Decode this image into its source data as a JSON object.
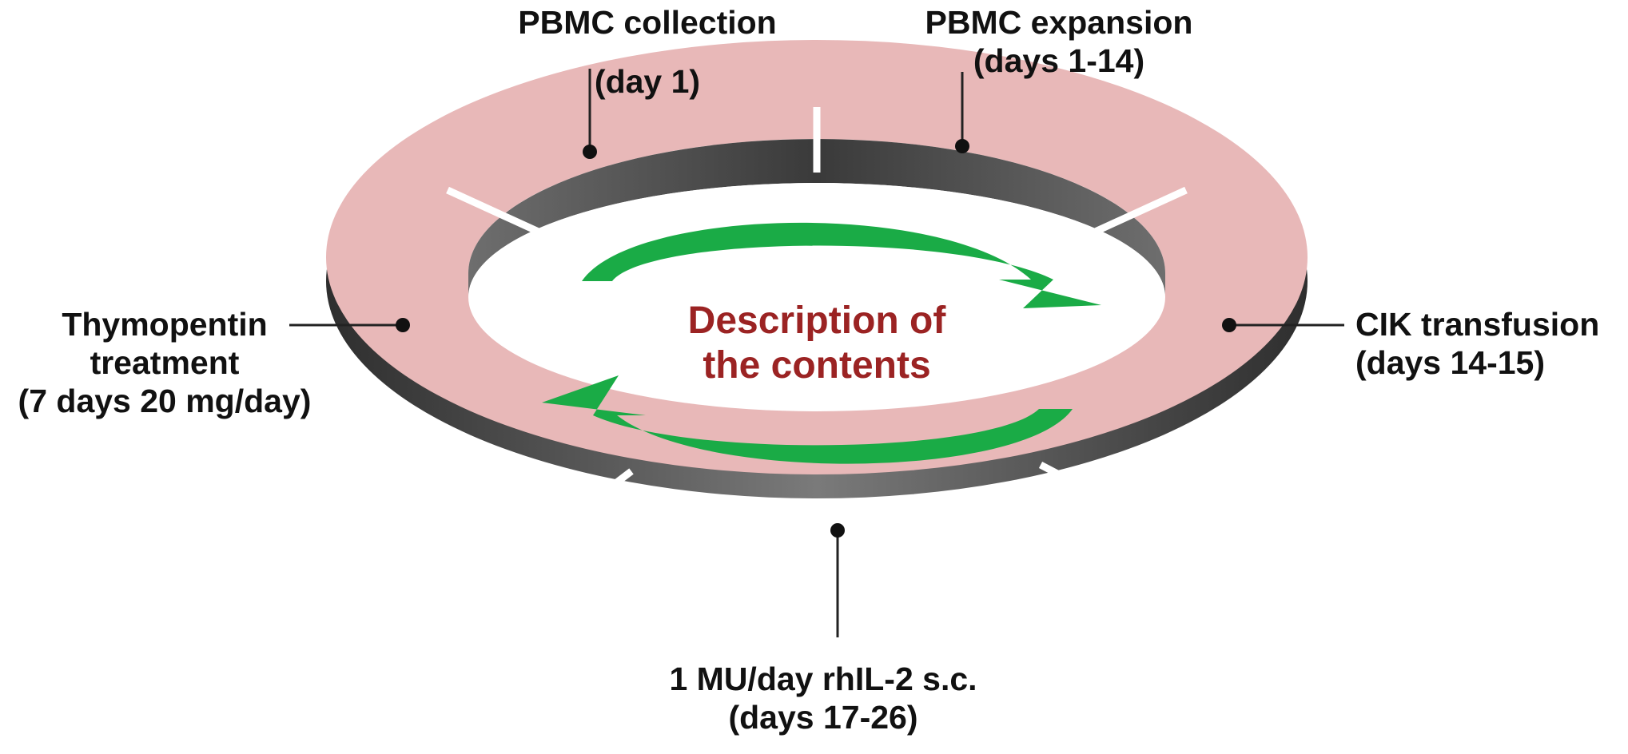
{
  "center_title": {
    "line1": "Description of",
    "line2": "the contents"
  },
  "stages": [
    {
      "id": "pbmc-collection",
      "line1": "PBMC collection",
      "line2": "(day 1)"
    },
    {
      "id": "pbmc-expansion",
      "line1": "PBMC expansion",
      "line2": "(days 1-14)"
    },
    {
      "id": "cik-transfusion",
      "line1": "CIK transfusion",
      "line2": "(days 14-15)"
    },
    {
      "id": "rhil2",
      "line1": "1 MU/day rhIL-2 s.c.",
      "line2": "(days 17-26)"
    },
    {
      "id": "thymopentin",
      "line1": "Thymopentin",
      "line2": "treatment",
      "line3": "(7 days 20 mg/day)"
    }
  ],
  "colors": {
    "ring_top": "#e8b8b8",
    "ring_side": "#5a5a5a",
    "arrow": "#1aab46",
    "title": "#9b2323",
    "text": "#111111"
  }
}
